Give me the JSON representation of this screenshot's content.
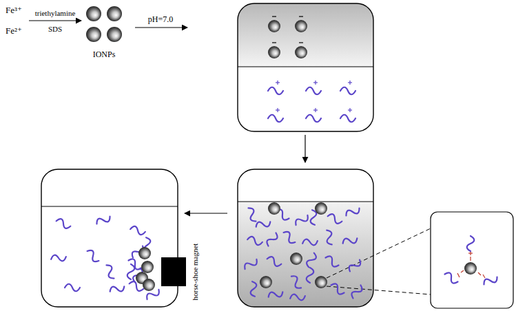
{
  "diagram": {
    "labels": [
      "Fe³⁺",
      "Fe²⁺",
      "triethylamine",
      "SDS",
      "IONPs",
      "pH=7.0",
      "horse-shoe magnet"
    ]
  }
}
